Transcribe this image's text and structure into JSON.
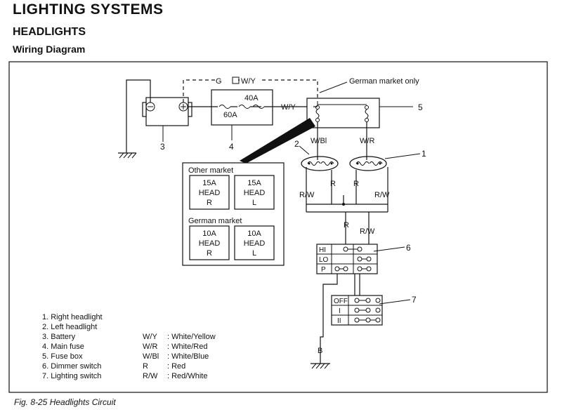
{
  "header": {
    "title": "LIGHTING SYSTEMS",
    "section": "HEADLIGHTS",
    "subsection": "Wiring Diagram"
  },
  "caption": "Fig. 8-25  Headlights Circuit",
  "diagram": {
    "callouts": {
      "c1": "1",
      "c2": "2",
      "c3": "3",
      "c4": "4",
      "c5": "5",
      "c6": "6",
      "c7": "7"
    },
    "german_note": "German market only",
    "wires": {
      "g": "G",
      "wy_top": "W/Y",
      "wy_mid": "W/Y",
      "wbl": "W/Bl",
      "wr": "W/R",
      "r_left": "R",
      "r_right": "R",
      "rw_left": "R/W",
      "rw_right": "R/W",
      "r_mid": "R",
      "rw_mid": "R/W",
      "b": "B"
    },
    "main_fuse": {
      "f40": "40A",
      "f60": "60A"
    },
    "fuse_panel": {
      "other_title": "Other market",
      "other": [
        {
          "amp": "15A",
          "name": "HEAD",
          "side": "R"
        },
        {
          "amp": "15A",
          "name": "HEAD",
          "side": "L"
        }
      ],
      "german_title": "German market",
      "german": [
        {
          "amp": "10A",
          "name": "HEAD",
          "side": "R"
        },
        {
          "amp": "10A",
          "name": "HEAD",
          "side": "L"
        }
      ]
    },
    "dimmer": {
      "hi": "HI",
      "lo": "LO",
      "p": "P"
    },
    "lighting_switch": {
      "off": "OFF",
      "one": "I",
      "two": "II"
    }
  },
  "legend": {
    "parts": [
      "1.  Right headlight",
      "2.  Left headlight",
      "3.  Battery",
      "4.  Main fuse",
      "5.  Fuse box",
      "6.  Dimmer switch",
      "7.  Lighting switch"
    ],
    "colors": [
      {
        "code": "W/Y",
        "desc": ": White/Yellow"
      },
      {
        "code": "W/R",
        "desc": ": White/Red"
      },
      {
        "code": "W/Bl",
        "desc": ": White/Blue"
      },
      {
        "code": "R",
        "desc": ": Red"
      },
      {
        "code": "R/W",
        "desc": ": Red/White"
      }
    ]
  }
}
